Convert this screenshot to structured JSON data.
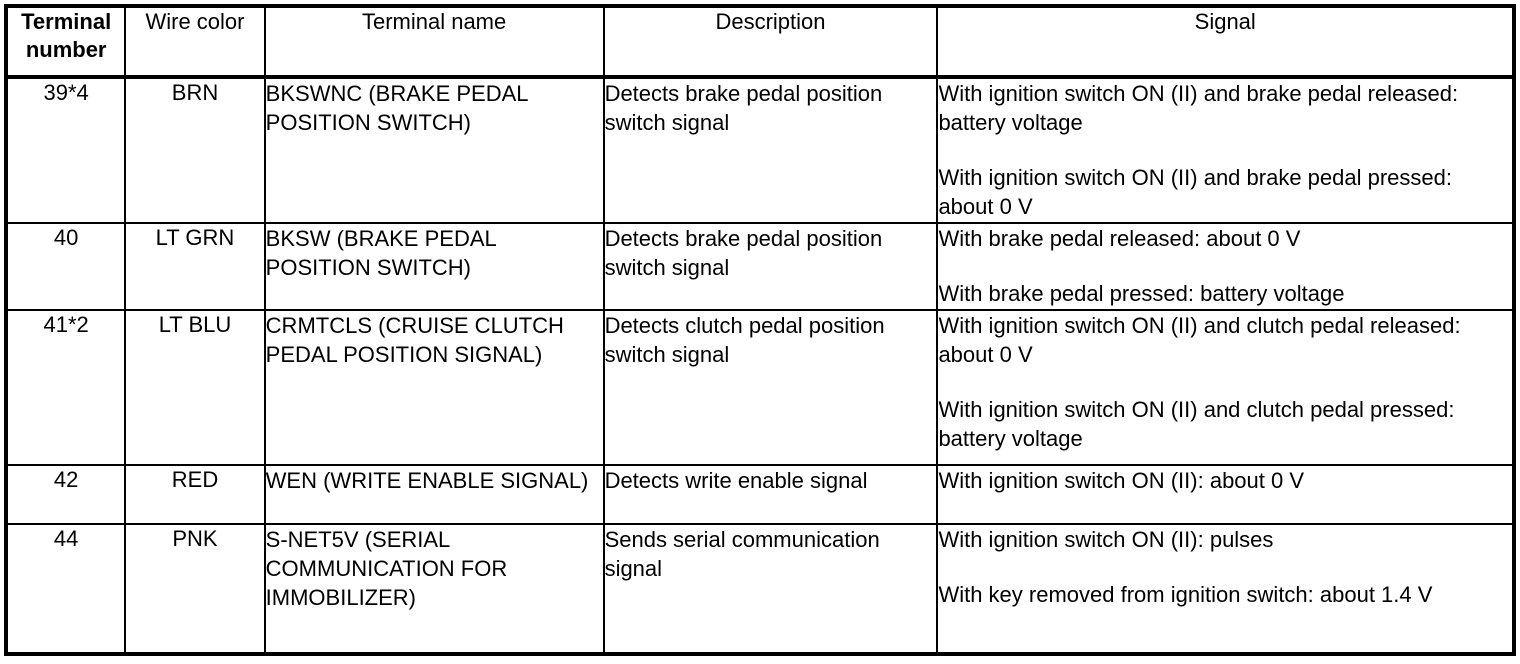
{
  "table": {
    "columns": [
      {
        "key": "terminal_number",
        "label": "Terminal number",
        "bold": true
      },
      {
        "key": "wire_color",
        "label": "Wire color",
        "bold": false
      },
      {
        "key": "terminal_name",
        "label": "Terminal name",
        "bold": false
      },
      {
        "key": "description",
        "label": "Description",
        "bold": false
      },
      {
        "key": "signal",
        "label": "Signal",
        "bold": false
      }
    ],
    "header": {
      "terminal_number": "Terminal number",
      "wire_color": "Wire color",
      "terminal_name": "Terminal name",
      "description": "Description",
      "signal": "Signal"
    },
    "rows": [
      {
        "terminal_number": "39*4",
        "wire_color": "BRN",
        "terminal_name": "BKSWNC (BRAKE PEDAL POSITION SWITCH)",
        "description": "Detects brake pedal position switch signal",
        "signal_paragraphs": [
          "With ignition switch ON (II) and brake pedal released: battery voltage",
          "With ignition switch ON (II) and brake pedal pressed: about 0 V"
        ]
      },
      {
        "terminal_number": "40",
        "wire_color": "LT GRN",
        "terminal_name": "BKSW (BRAKE PEDAL POSITION SWITCH)",
        "description": "Detects brake pedal position switch signal",
        "signal_paragraphs": [
          "With brake pedal released: about 0 V",
          "With brake pedal pressed: battery voltage"
        ]
      },
      {
        "terminal_number": "41*2",
        "wire_color": "LT BLU",
        "terminal_name": "CRMTCLS (CRUISE CLUTCH PEDAL POSITION SIGNAL)",
        "description": "Detects clutch pedal position switch signal",
        "signal_paragraphs": [
          "With ignition switch ON (II) and clutch pedal released: about 0 V",
          "With ignition switch ON (II) and clutch pedal pressed: battery voltage"
        ]
      },
      {
        "terminal_number": "42",
        "wire_color": "RED",
        "terminal_name": "WEN (WRITE ENABLE SIGNAL)",
        "description": "Detects write enable signal",
        "signal_paragraphs": [
          "With ignition switch ON (II): about 0 V"
        ]
      },
      {
        "terminal_number": "44",
        "wire_color": "PNK",
        "terminal_name": "S-NET5V (SERIAL COMMUNICATION FOR IMMOBILIZER)",
        "description": "Sends serial communication signal",
        "signal_paragraphs": [
          "With ignition switch ON (II): pulses",
          "With key removed from ignition switch: about 1.4 V"
        ]
      }
    ]
  },
  "style": {
    "border_color": "#000000",
    "background_color": "#ffffff",
    "text_color": "#000000"
  }
}
